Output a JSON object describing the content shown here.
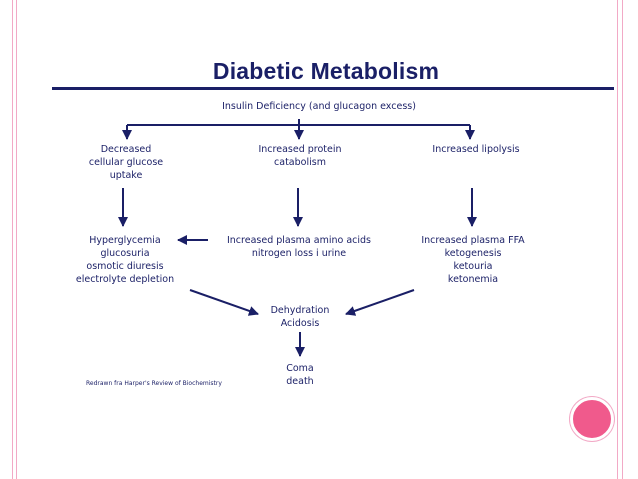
{
  "title": "Diabetic Metabolism",
  "root": "Insulin Deficiency (and glucagon excess)",
  "branches": [
    {
      "effect": [
        "Decreased",
        "cellular glucose",
        "uptake"
      ],
      "outcome": [
        "Hyperglycemia",
        "glucosuria",
        "osmotic diuresis",
        "electrolyte depletion"
      ]
    },
    {
      "effect": [
        "Increased protein",
        "catabolism"
      ],
      "outcome": [
        "Increased plasma amino acids",
        "nitrogen loss i urine"
      ]
    },
    {
      "effect": [
        "Increased lipolysis"
      ],
      "outcome": [
        "Increased plasma FFA",
        "ketogenesis",
        "ketouria",
        "ketonemia"
      ]
    }
  ],
  "convergence": [
    "Dehydration",
    "Acidosis"
  ],
  "final": [
    "Coma",
    "death"
  ],
  "credit": "Redrawn fra Harper's Review of Biochemistry",
  "colors": {
    "ink": "#1a1f66",
    "accent": "#f05a8c",
    "border": "#f2a9c6"
  }
}
